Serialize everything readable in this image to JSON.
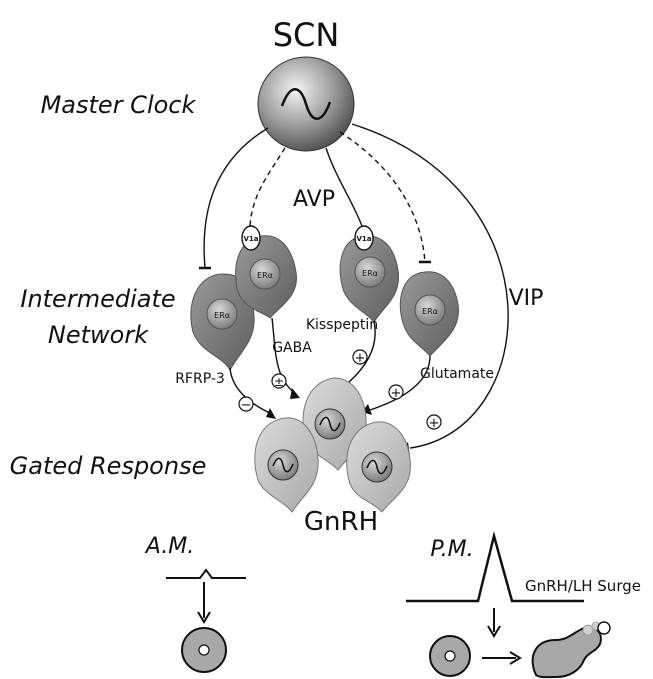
{
  "title": "SCN",
  "rows": {
    "master": "Master Clock",
    "intermediate_line1": "Intermediate",
    "intermediate_line2": "Network",
    "gated": "Gated Response"
  },
  "signals": {
    "avp": "AVP",
    "vip": "VIP",
    "kisspeptin": "Kisspeptin",
    "gaba": "GABA",
    "glutamate": "Glutamate",
    "rfrp3": "RFRP-3"
  },
  "receptor_label": "V1a",
  "er_label": "ERα",
  "signs": {
    "plus": "+",
    "minus": "−",
    "plus_minus": "±"
  },
  "target": "GnRH",
  "bottom": {
    "am": "A.M.",
    "pm": "P.M.",
    "surge": "GnRH/LH Surge"
  },
  "colors": {
    "neuron_dark": "#6f6f6f",
    "neuron_light": "#c7c7c7",
    "soma": "#9a9a9a",
    "line": "#111111"
  }
}
